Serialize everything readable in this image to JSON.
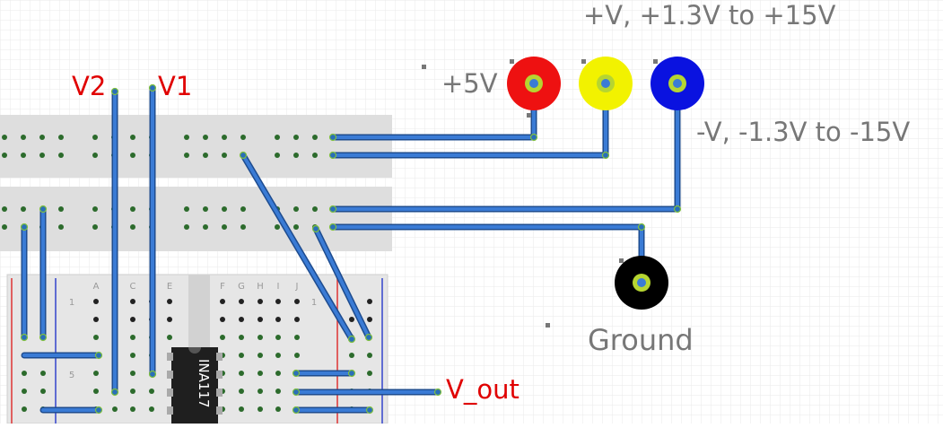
{
  "labels": {
    "plus_v": "+V, +1.3V to +15V",
    "plus_5v": "+5V",
    "minus_v": "-V, -1.3V to -15V",
    "ground": "Ground",
    "v1": "V1",
    "v2": "V2",
    "v_out": "V_out",
    "chip": "INA117",
    "col_a": "A",
    "col_c": "C",
    "col_e": "E",
    "col_f": "F",
    "col_g": "G",
    "col_h": "H",
    "col_i": "I",
    "col_j": "J",
    "row_1": "1",
    "row_1b": "1",
    "row_5": "5"
  },
  "colors": {
    "wire": "#3a7bd5",
    "label_red": "#e00000",
    "label_gray": "#777777",
    "terminal_red": "#ee1111",
    "terminal_yellow": "#f2f200",
    "terminal_blue": "#0a12e0",
    "terminal_black": "#000000",
    "terminal_center": "#b6d531",
    "board": "#dedede",
    "hole": "#2c6b2c"
  }
}
